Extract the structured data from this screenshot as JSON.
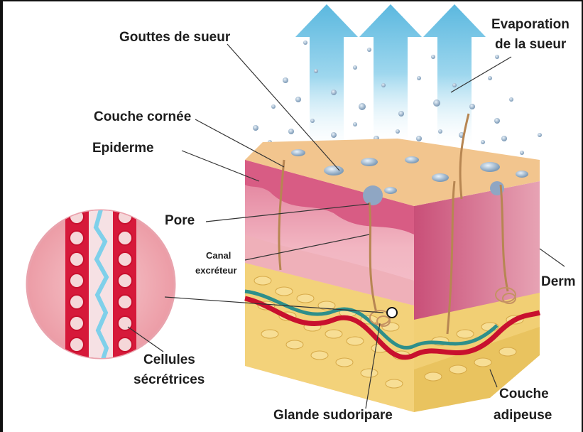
{
  "labels": {
    "gouttes": "Gouttes de sueur",
    "evap_1": "Evaporation",
    "evap_2": "de la sueur",
    "couche_cornee": "Couche cornée",
    "epiderme": "Epiderme",
    "pore": "Pore",
    "canal": "Canal",
    "excreteur": "excréteur",
    "derme": "Derm",
    "cellules": "Cellules",
    "secretrices": "sécrétrices",
    "glande": "Glande sudoripare",
    "couche_adipeuse_1": "Couche",
    "couche_adipeuse_2": "adipeuse"
  },
  "colors": {
    "arrow": "#7ec9e6",
    "epidermis_top": "#f2c58e",
    "epidermis_side": "#e28ba0",
    "dermis": "#f0b3bf",
    "fat": "#f3d27a",
    "vein_red": "#c8102e",
    "vein_teal": "#2e8f8a",
    "droplet": "#9ab3c9"
  }
}
